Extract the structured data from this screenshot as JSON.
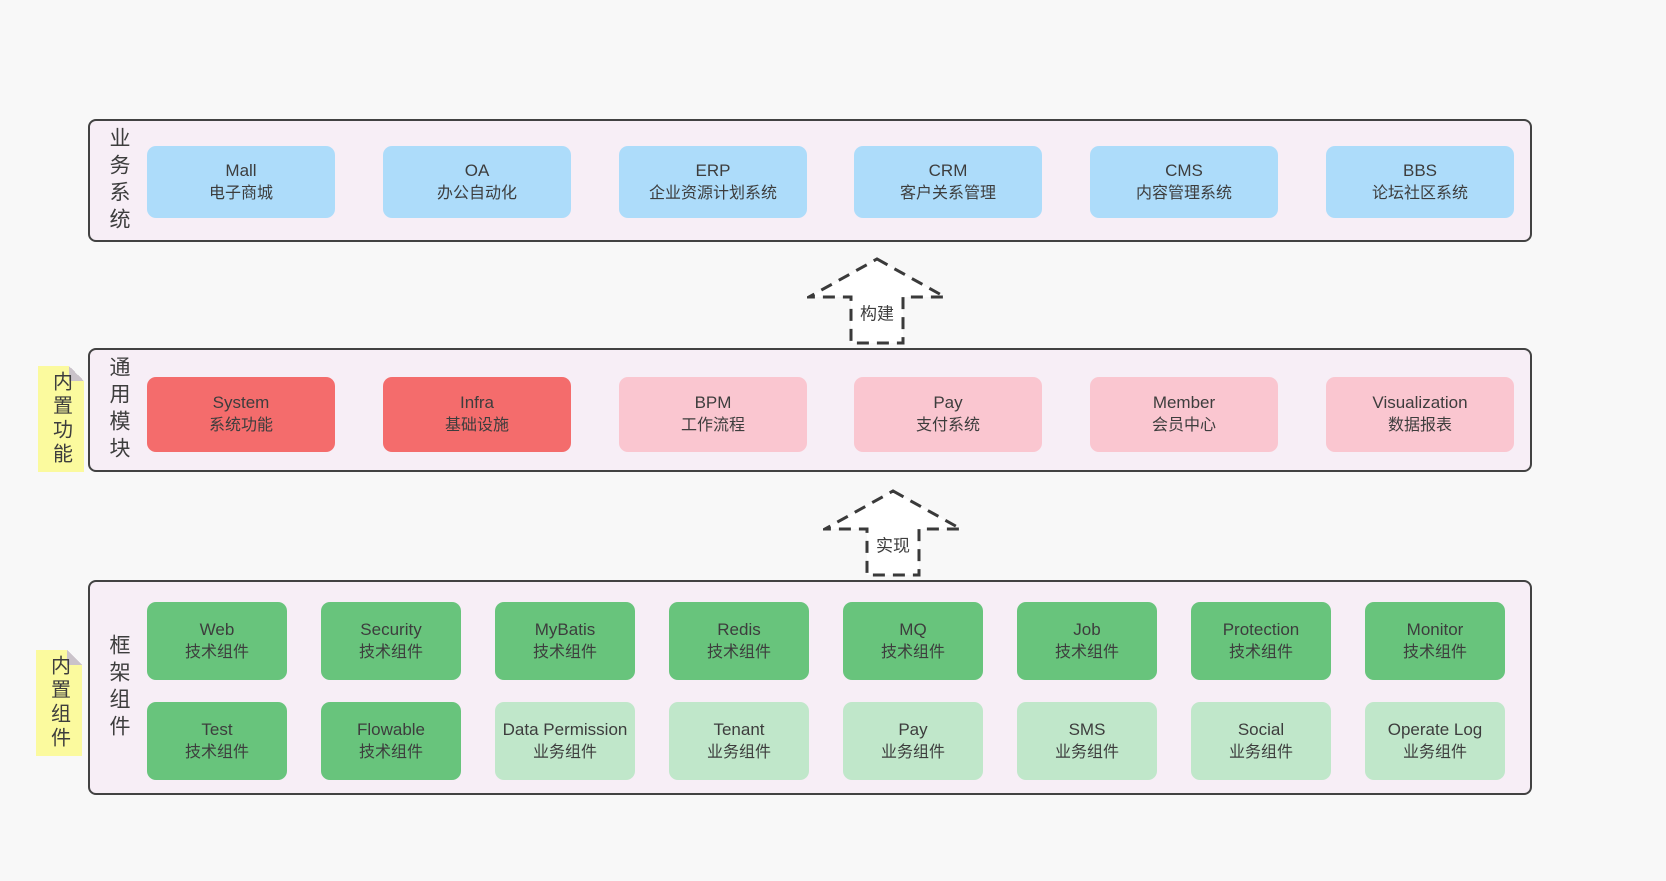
{
  "palette": {
    "page_bg": "#f8f8f8",
    "panel_bg": "#f7eef6",
    "panel_border": "#424242",
    "box_blue": "#addcfa",
    "box_red": "#f46c6c",
    "box_pink": "#fac6d0",
    "box_green": "#68c47c",
    "box_lightgreen": "#c0e7ca",
    "note_yellow": "#fbfa9e",
    "note_fold_gray": "#cac3ca",
    "text": "#3d3d3d",
    "arrow_fill": "#ffffff"
  },
  "arrows": [
    {
      "label": "构建"
    },
    {
      "label": "实现"
    }
  ],
  "sections": [
    {
      "label": "业务系统",
      "boxes": [
        {
          "en": "Mall",
          "zh": "电子商城"
        },
        {
          "en": "OA",
          "zh": "办公自动化"
        },
        {
          "en": "ERP",
          "zh": "企业资源计划系统"
        },
        {
          "en": "CRM",
          "zh": "客户关系管理"
        },
        {
          "en": "CMS",
          "zh": "内容管理系统"
        },
        {
          "en": "BBS",
          "zh": "论坛社区系统"
        }
      ]
    },
    {
      "label": "通用模块",
      "note": "内置功能",
      "boxes": [
        {
          "en": "System",
          "zh": "系统功能"
        },
        {
          "en": "Infra",
          "zh": "基础设施"
        },
        {
          "en": "BPM",
          "zh": "工作流程"
        },
        {
          "en": "Pay",
          "zh": "支付系统"
        },
        {
          "en": "Member",
          "zh": "会员中心"
        },
        {
          "en": "Visualization",
          "zh": "数据报表"
        }
      ]
    },
    {
      "label": "框架组件",
      "note": "内置组件",
      "boxes": [
        {
          "en": "Web",
          "zh": "技术组件"
        },
        {
          "en": "Security",
          "zh": "技术组件"
        },
        {
          "en": "MyBatis",
          "zh": "技术组件"
        },
        {
          "en": "Redis",
          "zh": "技术组件"
        },
        {
          "en": "MQ",
          "zh": "技术组件"
        },
        {
          "en": "Job",
          "zh": "技术组件"
        },
        {
          "en": "Protection",
          "zh": "技术组件"
        },
        {
          "en": "Monitor",
          "zh": "技术组件"
        },
        {
          "en": "Test",
          "zh": "技术组件"
        },
        {
          "en": "Flowable",
          "zh": "技术组件"
        },
        {
          "en": "Data Permission",
          "zh": "业务组件"
        },
        {
          "en": "Tenant",
          "zh": "业务组件"
        },
        {
          "en": "Pay",
          "zh": "业务组件"
        },
        {
          "en": "SMS",
          "zh": "业务组件"
        },
        {
          "en": "Social",
          "zh": "业务组件"
        },
        {
          "en": "Operate Log",
          "zh": "业务组件"
        }
      ]
    }
  ]
}
